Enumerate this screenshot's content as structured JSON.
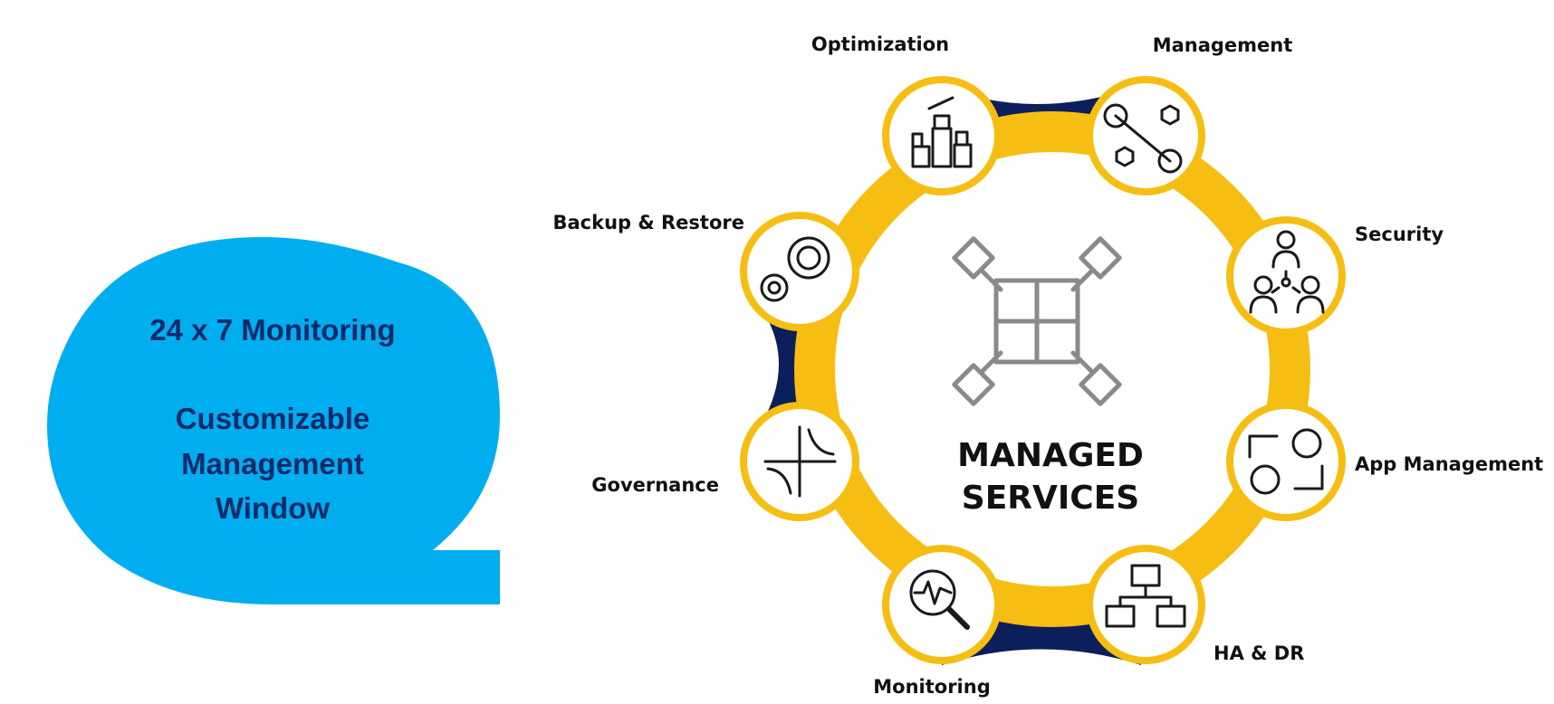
{
  "bubble": {
    "line1": "24 x 7 Monitoring",
    "line2": "Customizable",
    "line3": "Management",
    "line4": "Window"
  },
  "diagram": {
    "center_title_line1": "MANAGED",
    "center_title_line2": "SERVICES",
    "center_icon": "puzzle-hands-icon",
    "nodes": [
      {
        "label": "Optimization",
        "icon": "hands-raised-icon"
      },
      {
        "label": "Management",
        "icon": "wrench-nuts-icon"
      },
      {
        "label": "Security",
        "icon": "team-network-icon"
      },
      {
        "label": "App Management",
        "icon": "user-exchange-icon"
      },
      {
        "label": "HA & DR",
        "icon": "network-computers-icon"
      },
      {
        "label": "Monitoring",
        "icon": "magnifier-pulse-icon"
      },
      {
        "label": "Governance",
        "icon": "graph-axes-icon"
      },
      {
        "label": "Backup & Restore",
        "icon": "gear-person-icon"
      }
    ]
  },
  "colors": {
    "bubble": "#00aeef",
    "bubble_text": "#0b2a6b",
    "ring_yellow": "#f6be12",
    "ring_navy": "#0c1f5c"
  }
}
